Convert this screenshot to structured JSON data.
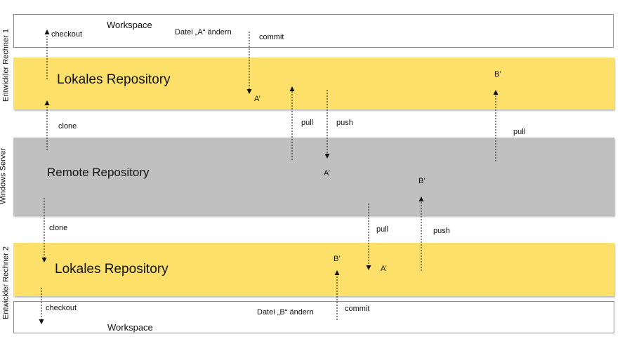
{
  "side_labels": {
    "dev1": "Entwickler Rechner 1",
    "server": "Windows Server",
    "dev2": "Entwickler Rechner 2"
  },
  "workspace1": {
    "title": "Workspace",
    "edit_label": "Datei „A“ ändern"
  },
  "local_repo1": {
    "title": "Lokales Repository"
  },
  "remote_repo": {
    "title": "Remote Repository"
  },
  "local_repo2": {
    "title": "Lokales Repository"
  },
  "workspace2": {
    "title": "Workspace",
    "edit_label": "Datei „B“ ändern"
  },
  "labels": {
    "checkout1": "checkout",
    "commit1": "commit",
    "a_prime_local1": "A’",
    "b_prime_local1": "B’",
    "clone1": "clone",
    "pull1": "pull",
    "push1": "push",
    "pull_b1": "pull",
    "a_prime_remote": "A’",
    "b_prime_remote": "B’",
    "clone2": "clone",
    "pull2": "pull",
    "push2": "push",
    "b_prime_local2": "B’",
    "a_prime_local2": "A’",
    "checkout2": "checkout",
    "commit2": "commit"
  }
}
